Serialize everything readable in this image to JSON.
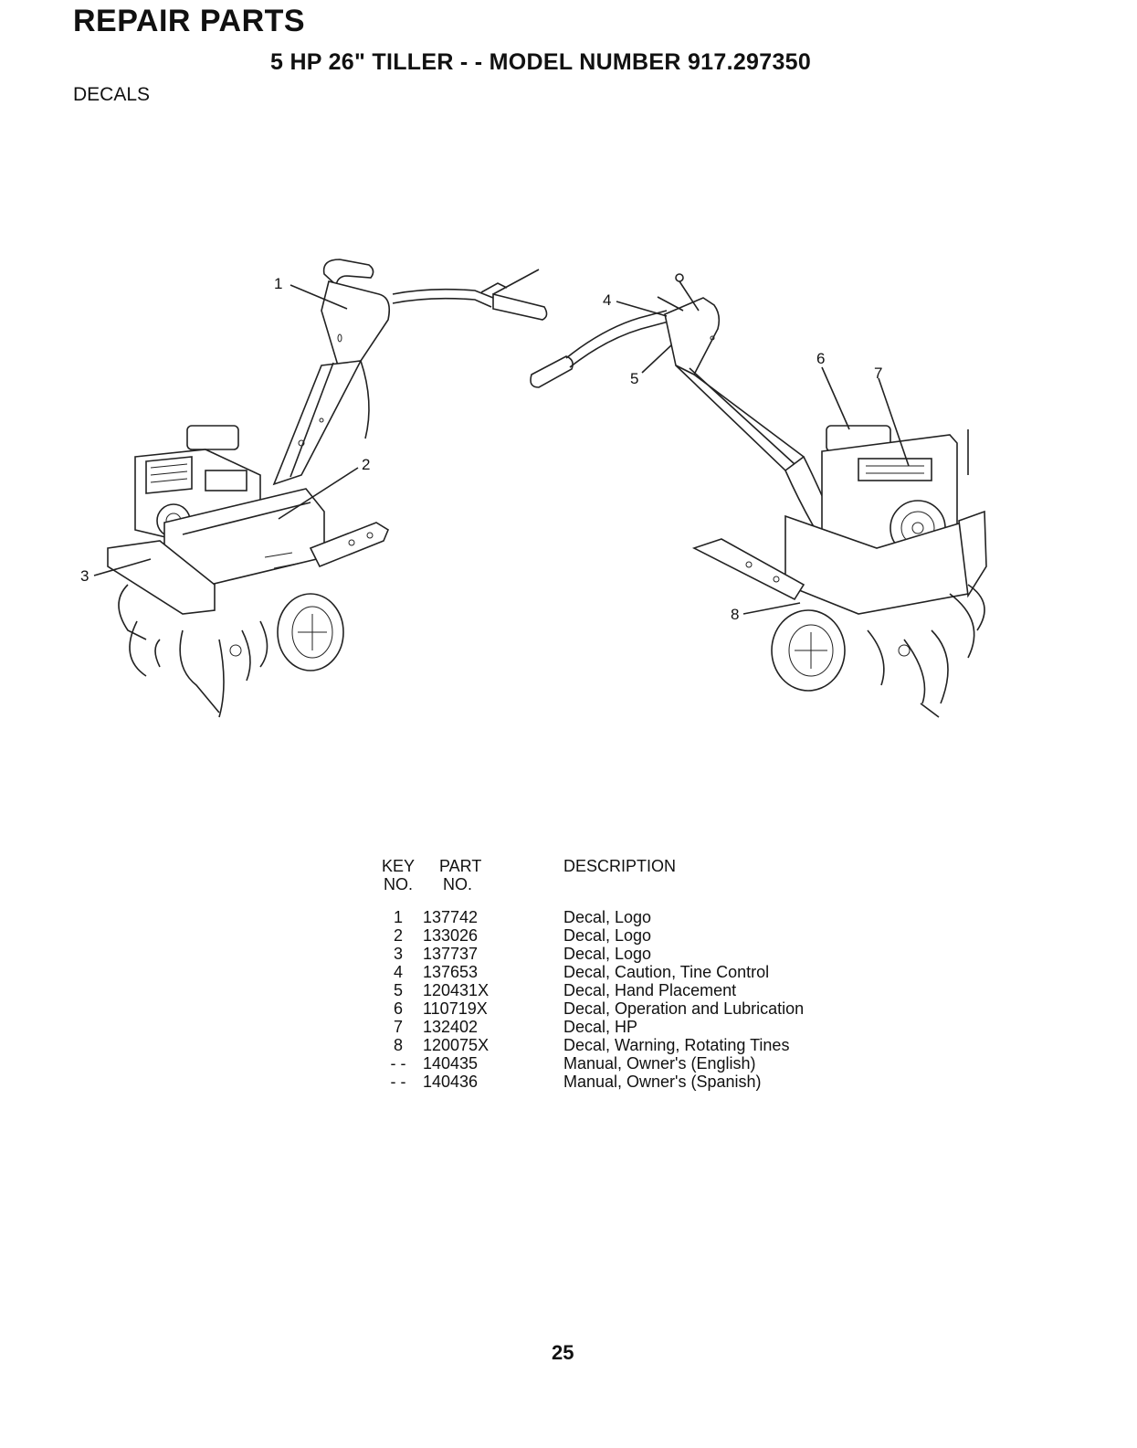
{
  "header": {
    "title": "REPAIR PARTS",
    "subtitle": "5 HP  26\" TILLER - - MODEL NUMBER 917.297350",
    "section": "DECALS"
  },
  "callouts": [
    "1",
    "2",
    "3",
    "4",
    "5",
    "6",
    "7",
    "8"
  ],
  "table": {
    "headers": {
      "key_line1": "KEY",
      "key_line2": "NO.",
      "part_line1": "PART",
      "part_line2": "NO.",
      "description": "DESCRIPTION"
    },
    "rows": [
      {
        "key": "1",
        "part": "137742",
        "description": "Decal, Logo"
      },
      {
        "key": "2",
        "part": "133026",
        "description": "Decal, Logo"
      },
      {
        "key": "3",
        "part": "137737",
        "description": "Decal, Logo"
      },
      {
        "key": "4",
        "part": "137653",
        "description": "Decal, Caution, Tine Control"
      },
      {
        "key": "5",
        "part": "120431X",
        "description": "Decal, Hand Placement"
      },
      {
        "key": "6",
        "part": "110719X",
        "description": "Decal, Operation and Lubrication"
      },
      {
        "key": "7",
        "part": "132402",
        "description": "Decal, HP"
      },
      {
        "key": "8",
        "part": "120075X",
        "description": "Decal, Warning, Rotating Tines"
      },
      {
        "key": "- -",
        "part": "140435",
        "description": "Manual, Owner's (English)"
      },
      {
        "key": "- -",
        "part": "140436",
        "description": "Manual, Owner's (Spanish)"
      }
    ]
  },
  "page_number": "25"
}
